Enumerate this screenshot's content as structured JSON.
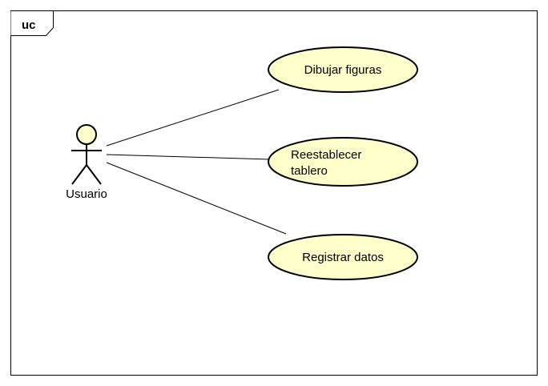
{
  "diagram": {
    "frame_label": "uc",
    "actor": {
      "name": "Usuario"
    },
    "use_cases": [
      {
        "lines": [
          "Dibujar figuras"
        ]
      },
      {
        "lines": [
          "Reestablecer",
          "tablero"
        ]
      },
      {
        "lines": [
          "Registrar datos"
        ]
      }
    ]
  },
  "colors": {
    "use_case_fill": "#ffffcc",
    "actor_fill": "#ffffcc",
    "stroke": "#000000",
    "background": "#ffffff"
  }
}
